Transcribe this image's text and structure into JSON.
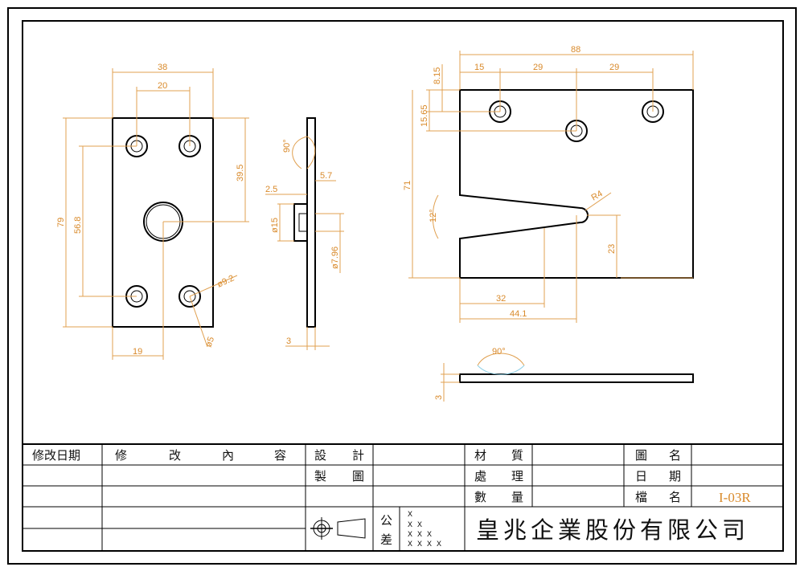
{
  "title_block": {
    "rev_date": "修改日期",
    "rev_content_chars": [
      "修",
      "改",
      "內",
      "容"
    ],
    "design": [
      "設",
      "計"
    ],
    "drawing": [
      "製",
      "圖"
    ],
    "material": [
      "材",
      "質"
    ],
    "treatment": [
      "處",
      "理"
    ],
    "quantity": [
      "數",
      "量"
    ],
    "drawing_name": [
      "圖",
      "名"
    ],
    "date": [
      "日",
      "期"
    ],
    "file_name": [
      "檔",
      "名"
    ],
    "file_name_value": "I-03R",
    "tolerance": [
      "公",
      "差"
    ],
    "tolerance_rows": [
      "X",
      "X X",
      "X X X",
      "X X X X"
    ],
    "company": "皇兆企業股份有限公司"
  },
  "dimensions": {
    "front": {
      "width_38": "38",
      "hole_pitch_20": "20",
      "height_79": "79",
      "hole_span_56_8": "56.8",
      "center_39_5": "39.5",
      "hole_dia_9_2": "ø9.2",
      "hole_dia_5": "ø5",
      "offset_19": "19"
    },
    "side": {
      "angle_90": "90°",
      "dim_5_7": "5.7",
      "dim_2_5": "2.5",
      "dia_15": "ø15",
      "dia_7_96": "ø7.96",
      "thickness_3": "3"
    },
    "plate": {
      "width_88": "88",
      "dim_15": "15",
      "dim_29a": "29",
      "dim_29b": "29",
      "dim_8_15": "8.15",
      "dim_15_65": "15.65",
      "height_71": "71",
      "angle_12": "12°",
      "radius_r4": "R4",
      "dim_23": "23",
      "dim_32": "32",
      "dim_44_1": "44.1"
    },
    "plate_side": {
      "angle_90": "90°",
      "thickness_3": "3"
    }
  }
}
